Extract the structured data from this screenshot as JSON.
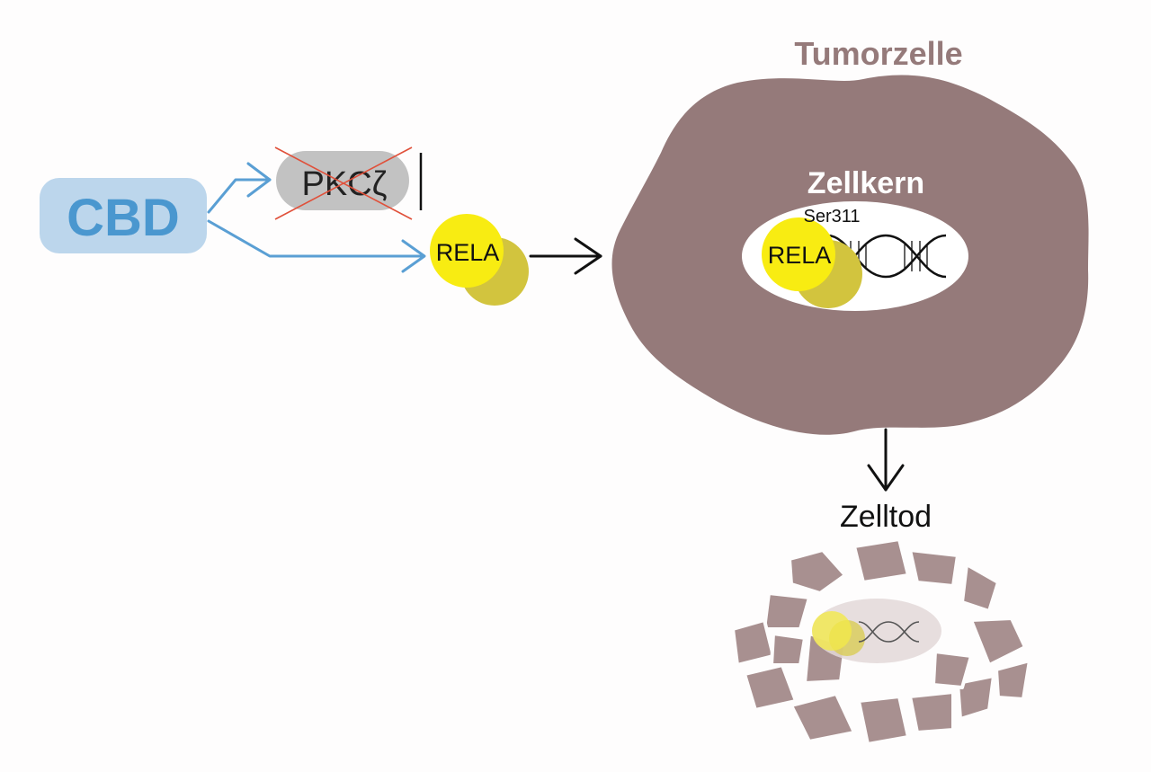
{
  "diagram": {
    "cbd_label": "CBD",
    "pkc_label": "PKCζ",
    "rela_label": "RELA",
    "cell_title": "Tumorzelle",
    "nucleus_title": "Zellkern",
    "rela_nucleus_label": "RELA",
    "phospho_site": "Ser311",
    "outcome_label": "Zelltod"
  },
  "colors": {
    "cbd_box": "#bcd6ec",
    "cbd_text": "#4a97cf",
    "arrow_blue": "#5a9fd4",
    "pkc_box": "#c2c2c2",
    "inhibit_cross": "#e0503a",
    "rela_yellow": "#f8ec12",
    "rela_olive": "#d2c43e",
    "cell_body": "#957a7a",
    "cell_title": "#957a7a",
    "nucleus": "#ffffff",
    "dead_fragment": "#a89090"
  }
}
